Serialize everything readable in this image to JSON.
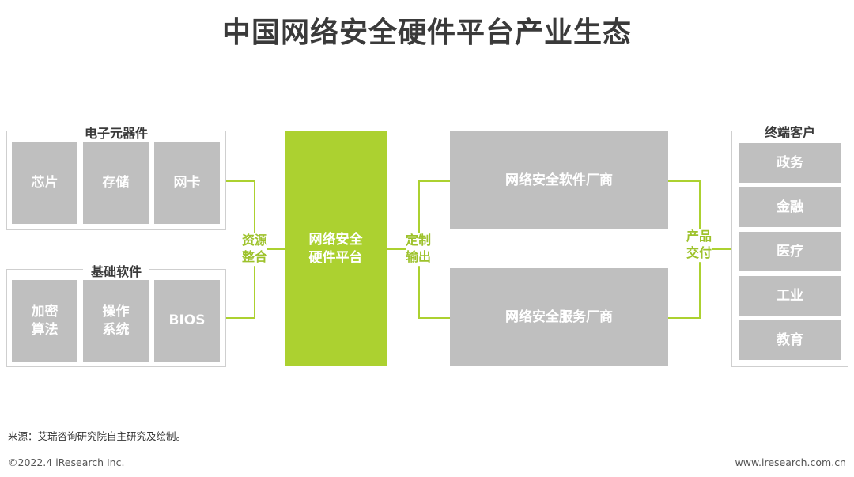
{
  "title": "中国网络安全硬件平台产业生态",
  "groups": {
    "components": {
      "label": "电子元器件",
      "items": [
        "芯片",
        "存储",
        "网卡"
      ]
    },
    "software": {
      "label": "基础软件",
      "items": [
        "加密\n算法",
        "操作\n系统",
        "BIOS"
      ]
    },
    "customers": {
      "label": "终端客户",
      "items": [
        "政务",
        "金融",
        "医疗",
        "工业",
        "教育"
      ]
    }
  },
  "platform": "网络安全\n硬件平台",
  "vendors": [
    "网络安全软件厂商",
    "网络安全服务厂商"
  ],
  "connectors": {
    "integrate": "资源\n整合",
    "output": "定制\n输出",
    "deliver": "产品\n交付"
  },
  "colors": {
    "accent": "#acd130",
    "box_gray": "#bfbfbf"
  },
  "source": "来源：艾瑞咨询研究院自主研究及绘制。",
  "copyright": "©2022.4 iResearch Inc.",
  "website": "www.iresearch.com.cn"
}
